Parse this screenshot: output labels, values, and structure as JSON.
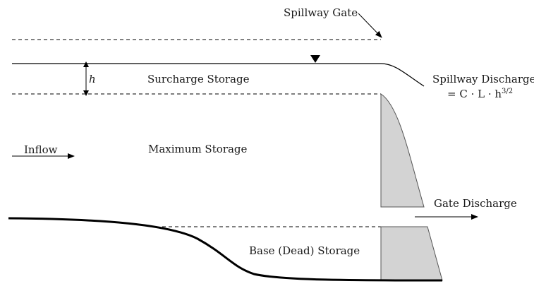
{
  "labels": {
    "spillway_gate": "Spillway Gate",
    "h": "h",
    "surcharge_storage": "Surcharge Storage",
    "spillway_discharge": "Spillway Discharge",
    "spillway_formula": "= C · L · h",
    "spillway_exponent": "3/2",
    "inflow": "Inflow",
    "maximum_storage": "Maximum Storage",
    "gate_discharge": "Gate Discharge",
    "base_storage": "Base (Dead) Storage"
  },
  "colors": {
    "line": "#000000",
    "gate_fill": "#d3d3d3",
    "gate_stroke": "#555555"
  }
}
